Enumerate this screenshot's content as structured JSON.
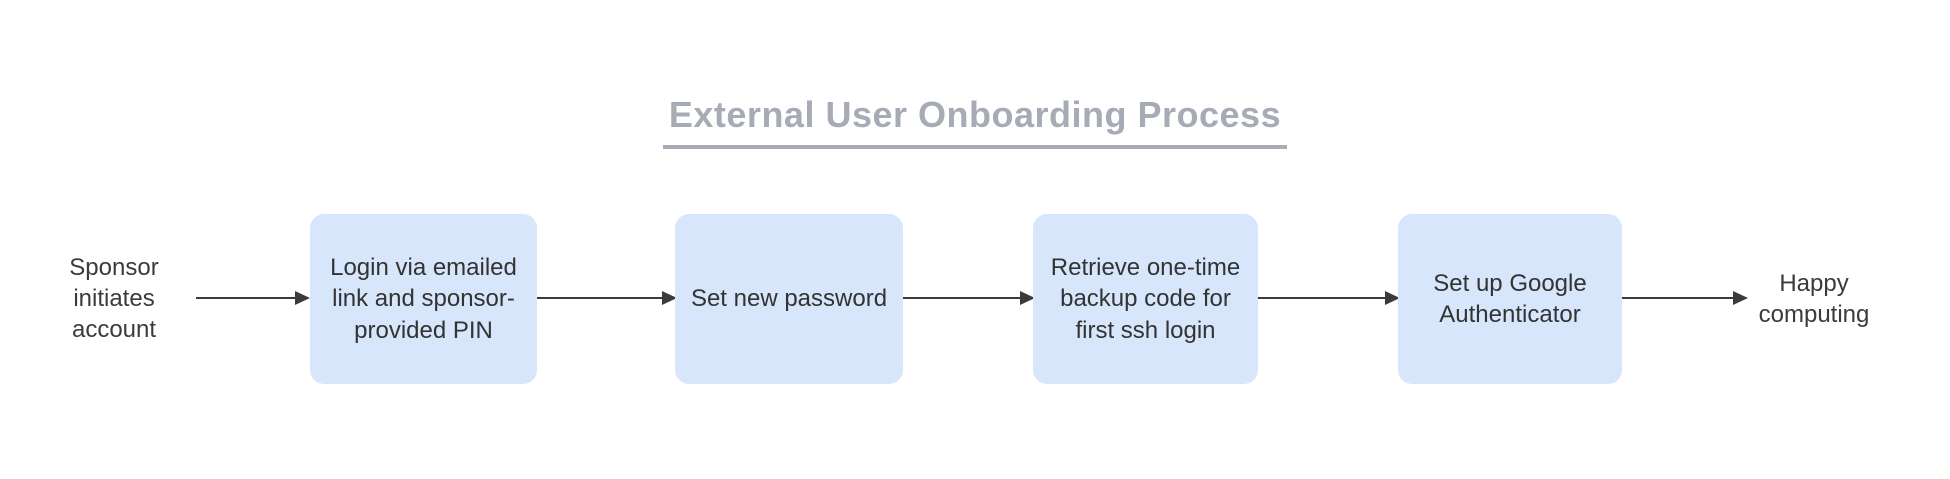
{
  "title": {
    "text": "External User Onboarding Process"
  },
  "colors": {
    "box_fill": "#d7e6fb",
    "title_gray": "#a6abb5",
    "body_text": "#333333",
    "arrow": "#3b3b3b",
    "background": "#ffffff"
  },
  "flow": {
    "start": "Sponsor initiates account",
    "steps": [
      "Login via emailed link and sponsor-provided PIN",
      "Set new password",
      "Retrieve one-time backup code for first ssh login",
      "Set up Google Authenticator"
    ],
    "end": "Happy computing"
  }
}
